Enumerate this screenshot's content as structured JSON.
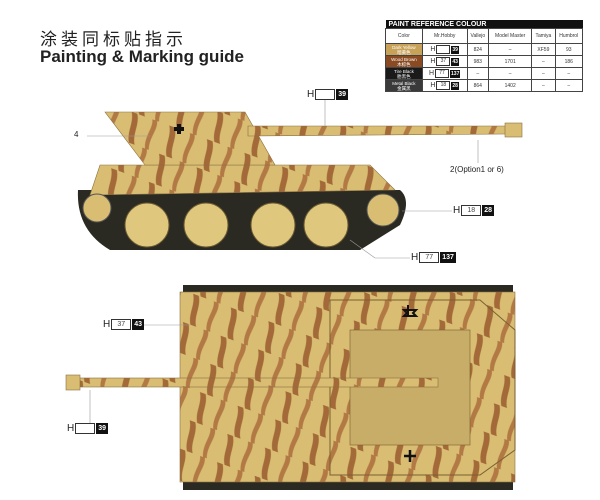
{
  "title_cn": "涂装同标贴指示",
  "title_en": "Painting & Marking guide",
  "paint_table": {
    "header": "PAINT  REFERENCE COLOUR",
    "columns": [
      "Color",
      "Mr.Hobby",
      "Vallejo",
      "Model Master",
      "Tamiya",
      "Humbrol"
    ],
    "rows": [
      {
        "name": "Dark Yellow",
        "name_cn": "暗黄色",
        "swatch": "#c9a25a",
        "h_white": "",
        "h_black": "39",
        "vallejo": "824",
        "model_master": "–",
        "tamiya": "XF59",
        "humbrol": "93"
      },
      {
        "name": "Wood Brown",
        "name_cn": "木棕色",
        "swatch": "#8a4a22",
        "h_white": "37",
        "h_black": "43",
        "vallejo": "983",
        "model_master": "1701",
        "tamiya": "–",
        "humbrol": "186"
      },
      {
        "name": "Tire Black",
        "name_cn": "胎黑色",
        "swatch": "#1a1a1a",
        "h_white": "77",
        "h_black": "137",
        "vallejo": "–",
        "model_master": "–",
        "tamiya": "–",
        "humbrol": "–"
      },
      {
        "name": "Metal Black",
        "name_cn": "金属黑",
        "swatch": "#3a3a3a",
        "h_white": "18",
        "h_black": "28",
        "vallejo": "864",
        "model_master": "1402",
        "tamiya": "–",
        "humbrol": "–"
      }
    ]
  },
  "callouts": {
    "side_gun": {
      "prefix": "H",
      "white": "",
      "black": "39"
    },
    "side_wheel": {
      "prefix": "H",
      "white": "18",
      "black": "28"
    },
    "side_track": {
      "prefix": "H",
      "white": "77",
      "black": "137"
    },
    "top_hull": {
      "prefix": "H",
      "white": "37",
      "black": "43"
    },
    "top_gun": {
      "prefix": "H",
      "white": "",
      "black": "39"
    }
  },
  "labels": {
    "marking_4": "4",
    "marking_2": "2(Option1 or 6)"
  },
  "colors": {
    "dark_yellow": "#d8bd72",
    "wood_brown": "#9a5a2e",
    "track": "#2a2a22"
  }
}
